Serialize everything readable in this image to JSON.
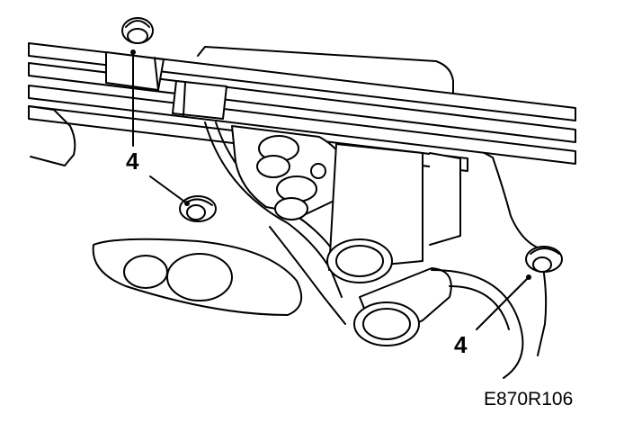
{
  "diagram": {
    "callouts": [
      {
        "label": "4",
        "part": "fastener-clip"
      },
      {
        "label": "4",
        "part": "fastener-clip"
      },
      {
        "label": "4",
        "part": "fastener-clip"
      }
    ],
    "figure_id": "E870R106",
    "line_color": "#000000",
    "fill_color": "#ffffff"
  }
}
